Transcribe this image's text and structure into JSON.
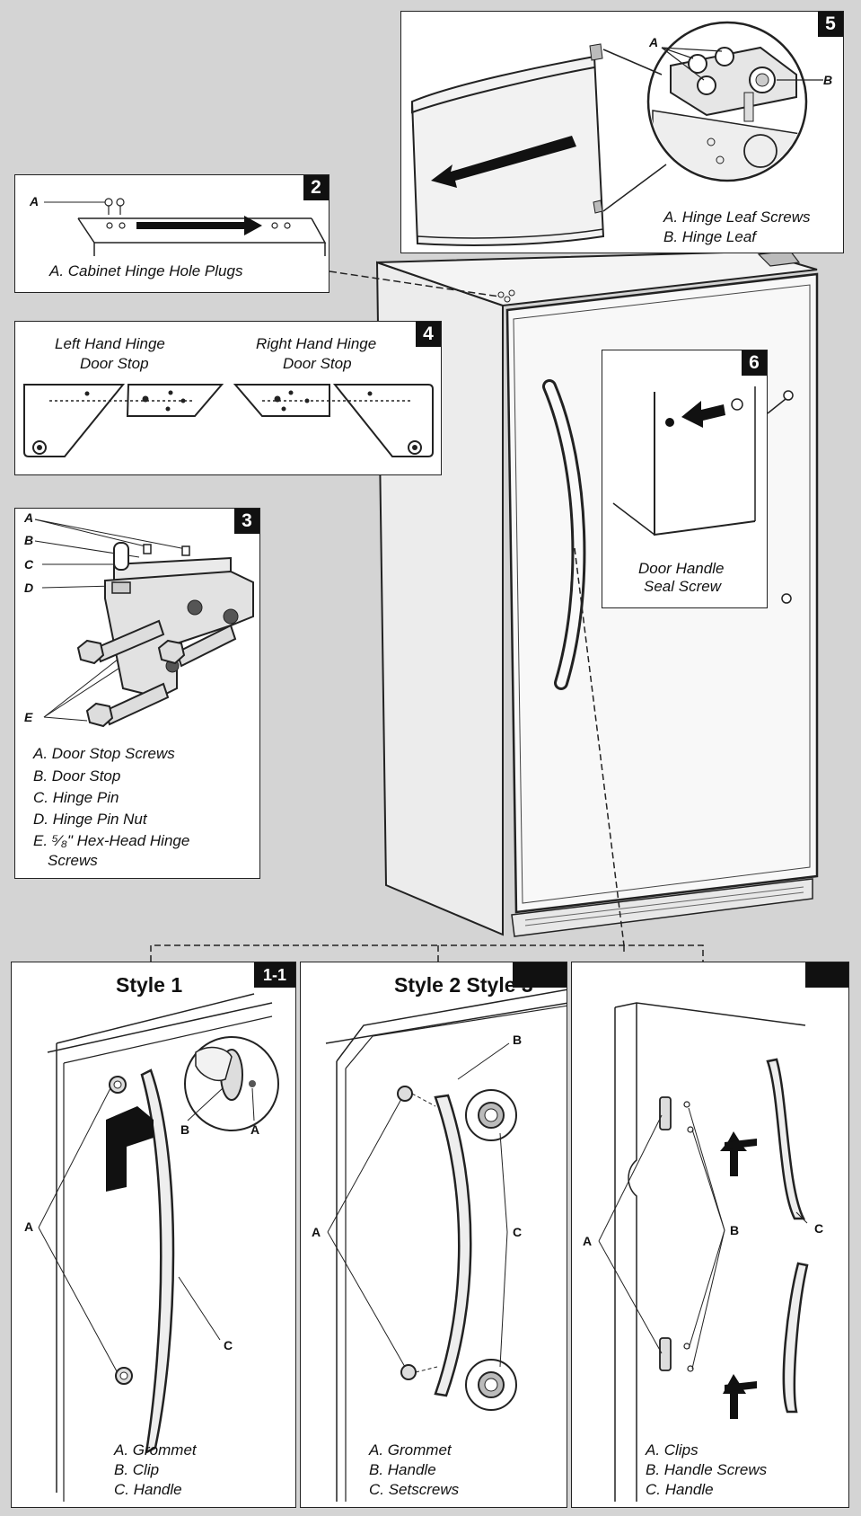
{
  "panel2": {
    "number": "2",
    "callout_a": "A",
    "caption": "A. Cabinet Hinge Hole Plugs"
  },
  "panel3": {
    "number": "3",
    "callouts": [
      "A",
      "B",
      "C",
      "D",
      "E"
    ],
    "captions": [
      "A. Door Stop Screws",
      "B. Door Stop",
      "C. Hinge Pin",
      "D. Hinge Pin Nut",
      "E. ⁵⁄₈\" Hex-Head Hinge",
      "Screws"
    ]
  },
  "panel4": {
    "number": "4",
    "left_title_1": "Left Hand Hinge",
    "left_title_2": "Door Stop",
    "right_title_1": "Right Hand Hinge",
    "right_title_2": "Door Stop"
  },
  "panel5": {
    "number": "5",
    "callout_a": "A",
    "callout_b": "B",
    "caption_a": "A. Hinge Leaf Screws",
    "caption_b": "B. Hinge Leaf"
  },
  "panel6": {
    "number": "6",
    "caption_1": "Door Handle",
    "caption_2": "Seal Screw"
  },
  "style1": {
    "title": "Style 1",
    "number": "1-1",
    "callout_a": "A",
    "callout_b": "B",
    "callout_a2": "A",
    "callout_c": "C",
    "captions": [
      "A. Grommet",
      "B. Clip",
      "C. Handle"
    ]
  },
  "style2": {
    "title": "Style 2 Style 3",
    "callout_a": "A",
    "callout_b": "B",
    "callout_c": "C",
    "captions": [
      "A. Grommet",
      "B. Handle",
      "C. Setscrews"
    ]
  },
  "style3": {
    "callout_a": "A",
    "callout_b": "B",
    "callout_c": "C",
    "captions": [
      "A. Clips",
      "B. Handle Screws",
      "C. Handle"
    ]
  }
}
